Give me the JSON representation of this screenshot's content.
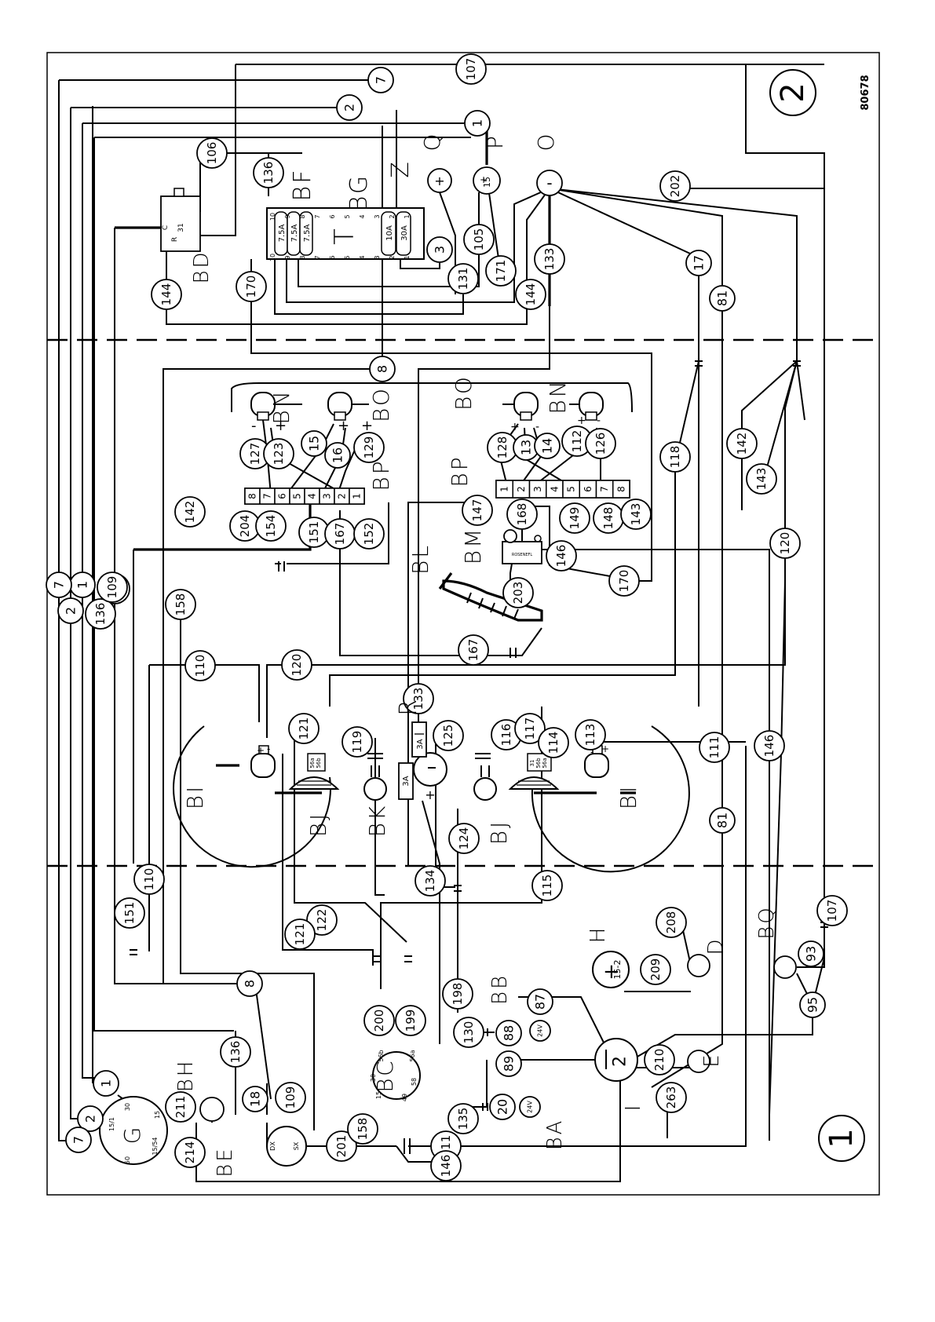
{
  "drawing_number": "80678",
  "sheet_markers": [
    "2",
    "1"
  ],
  "wire_numbers": {
    "w7": "7",
    "w2": "2",
    "w1": "1",
    "w107": "107",
    "w106": "106",
    "w136": "136",
    "w144": "144",
    "w170": "170",
    "w3": "3",
    "w131": "131",
    "w105": "105",
    "w171": "171",
    "w133": "133",
    "w202": "202",
    "w17": "17",
    "w81": "81",
    "w8": "8",
    "w127": "127",
    "w123": "123",
    "w15": "15",
    "w16": "16",
    "w129": "129",
    "w142": "142",
    "w204": "204",
    "w154": "154",
    "w151": "151",
    "w167": "167",
    "w152": "152",
    "w128": "128",
    "w13": "13",
    "w14": "14",
    "w112": "112",
    "w126": "126",
    "w147": "147",
    "w168": "168",
    "w149": "149",
    "w148": "148",
    "w143": "143",
    "w146": "146",
    "w118": "118",
    "w120": "120",
    "w109": "109",
    "w158": "158",
    "w110": "110",
    "w121": "121",
    "w119": "119",
    "w125": "125",
    "w116": "116",
    "w117": "117",
    "w114": "114",
    "w113": "113",
    "w111": "111",
    "w124": "124",
    "w134": "134",
    "w115": "115",
    "w122": "122",
    "w200": "200",
    "w199": "199",
    "w198": "198",
    "w130": "130",
    "w88": "88",
    "w87": "87",
    "w89": "89",
    "w20": "20",
    "w135": "135",
    "w18": "18",
    "w201": "201",
    "w211": "211",
    "w214": "214",
    "w208": "208",
    "w209": "209",
    "w210": "210",
    "w263": "263",
    "w95": "95",
    "w93": "93",
    "w203": "203"
  },
  "components": {
    "G": "G",
    "BH": "BH",
    "BE": "BE",
    "BC": "BC",
    "BB": "BB",
    "BA": "BA",
    "I": "I",
    "E": "E",
    "H": "H",
    "D": "D",
    "BQ": "BQ",
    "BD": "BD",
    "BF": "BF",
    "BG": "BG",
    "Z": "Z",
    "T": "T",
    "Q": "Q",
    "P": "P",
    "O": "O",
    "BN": "BN",
    "BO": "BO",
    "BP": "BP",
    "BL": "BL",
    "BM": "BM",
    "BI": "BI",
    "BJ": "BJ",
    "BK": "BK",
    "R": "R"
  },
  "fuse_ratings": {
    "f1": "7.5A",
    "f2": "7.5A",
    "f3": "7.5A",
    "f4": "10A",
    "f5": "30A",
    "r_fuse": "3A",
    "bk_fuse": "3A"
  },
  "fuse_slots_top": [
    "10",
    "9",
    "8",
    "7",
    "6",
    "5",
    "4",
    "3",
    "2",
    "1"
  ],
  "fuse_slots_bottom": [
    "10",
    "9",
    "8",
    "7",
    "6",
    "5",
    "4",
    "3",
    "2",
    "1"
  ],
  "terminal_strip": [
    "8",
    "7",
    "6",
    "5",
    "4",
    "3",
    "2",
    "1"
  ],
  "terminal_strip_lower": [
    "1",
    "2",
    "3",
    "4",
    "5",
    "6",
    "7",
    "8"
  ],
  "pin_labels": {
    "g_15_1": "15/1",
    "g_30": "30",
    "g_15": "15",
    "g_15_54": "15/54",
    "g_50": "50",
    "bc_56b": "56b",
    "bc_56a": "56a",
    "bc_30": "30",
    "bc_15": "15",
    "bc_49": "49",
    "bc_58": "58",
    "be_dx": "DX",
    "be_sx": "SX",
    "bd_c": "C",
    "bd_31": "31",
    "bd_r": "R",
    "lamp_56a": "56a",
    "lamp_56b": "56b",
    "lamp_31": "31",
    "i_sym": "2",
    "h_sym": "15-2",
    "p_sym": "15",
    "v24": "24V",
    "bm_brand": "ROSENEFL"
  }
}
